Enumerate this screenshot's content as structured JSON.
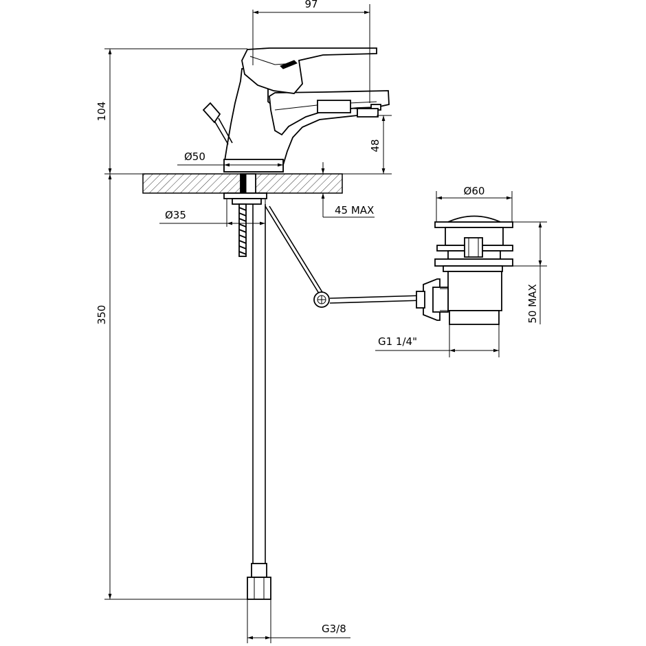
{
  "dimensions": {
    "width_97": "97",
    "height_104": "104",
    "spout_height_48": "48",
    "base_dia_50": "Ø50",
    "deck_max_45": "45 MAX",
    "shank_dia_35": "Ø35",
    "hose_length_350": "350",
    "waste_dia_60": "Ø60",
    "waste_thread": "G1 1/4\"",
    "waste_max_50": "50 MAX",
    "hose_thread": "G3/8"
  },
  "colors": {
    "line": "#000000",
    "background": "#ffffff"
  }
}
